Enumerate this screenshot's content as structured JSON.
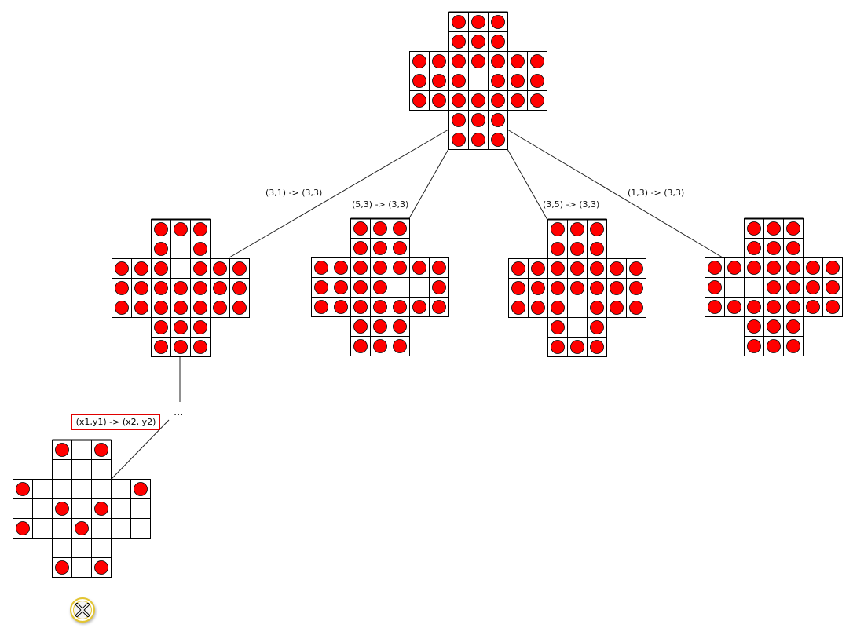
{
  "colors": {
    "peg": "#ff0000",
    "label_border": "#e00000",
    "close_ring": "#e3c531"
  },
  "root_board": [
    "  xxx  ",
    "  xxx  ",
    "xxxxxxx",
    "xxxoxxx",
    "xxxxxxx",
    "  xxx  ",
    "  xxx  "
  ],
  "children": [
    {
      "move": "(3,1) -> (3,3)",
      "board": [
        "  xxx  ",
        "  xox  ",
        "xxxoxxx",
        "xxxxxxx",
        "xxxxxxx",
        "  xxx  ",
        "  xxx  "
      ]
    },
    {
      "move": "(5,3) -> (3,3)",
      "board": [
        "  xxx  ",
        "  xxx  ",
        "xxxxxxx",
        "xxxxoox",
        "xxxxxxx",
        "  xxx  ",
        "  xxx  "
      ]
    },
    {
      "move": "(3,5) -> (3,3)",
      "board": [
        "  xxx  ",
        "  xxx  ",
        "xxxxxxx",
        "xxxxxxx",
        "xxxoxxx",
        "  xox  ",
        "  xxx  "
      ]
    },
    {
      "move": "(1,3) -> (3,3)",
      "board": [
        "  xxx  ",
        "  xxx  ",
        "xxxxxxx",
        "xooxxxx",
        "xxxxxxx",
        "  xxx  ",
        "  xxx  "
      ]
    }
  ],
  "ellipsis": "...",
  "generic_move": "(x1,y1) -> (x2, y2)",
  "final_rows": [
    "  xox  ",
    "  ooo  ",
    "xooooox",
    "ooxoxoo",
    "xooxooo",
    "  ooo  ",
    "  xox  "
  ],
  "close_icon": "close-icon"
}
